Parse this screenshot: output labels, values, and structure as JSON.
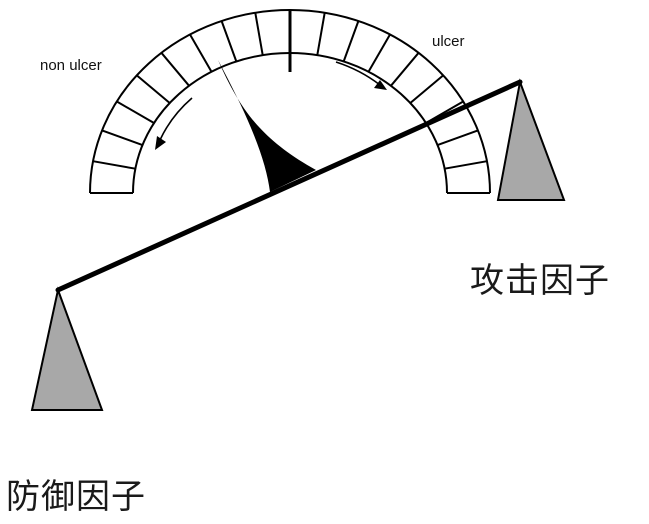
{
  "gauge": {
    "left_label": "non  ulcer",
    "right_label": "ulcer"
  },
  "factors": {
    "aggressive_label": "攻击因子",
    "defensive_label": "防御因子"
  },
  "colors": {
    "stroke": "#000000",
    "support_fill": "#a8a8a8",
    "gauge_fill": "#ffffff"
  }
}
